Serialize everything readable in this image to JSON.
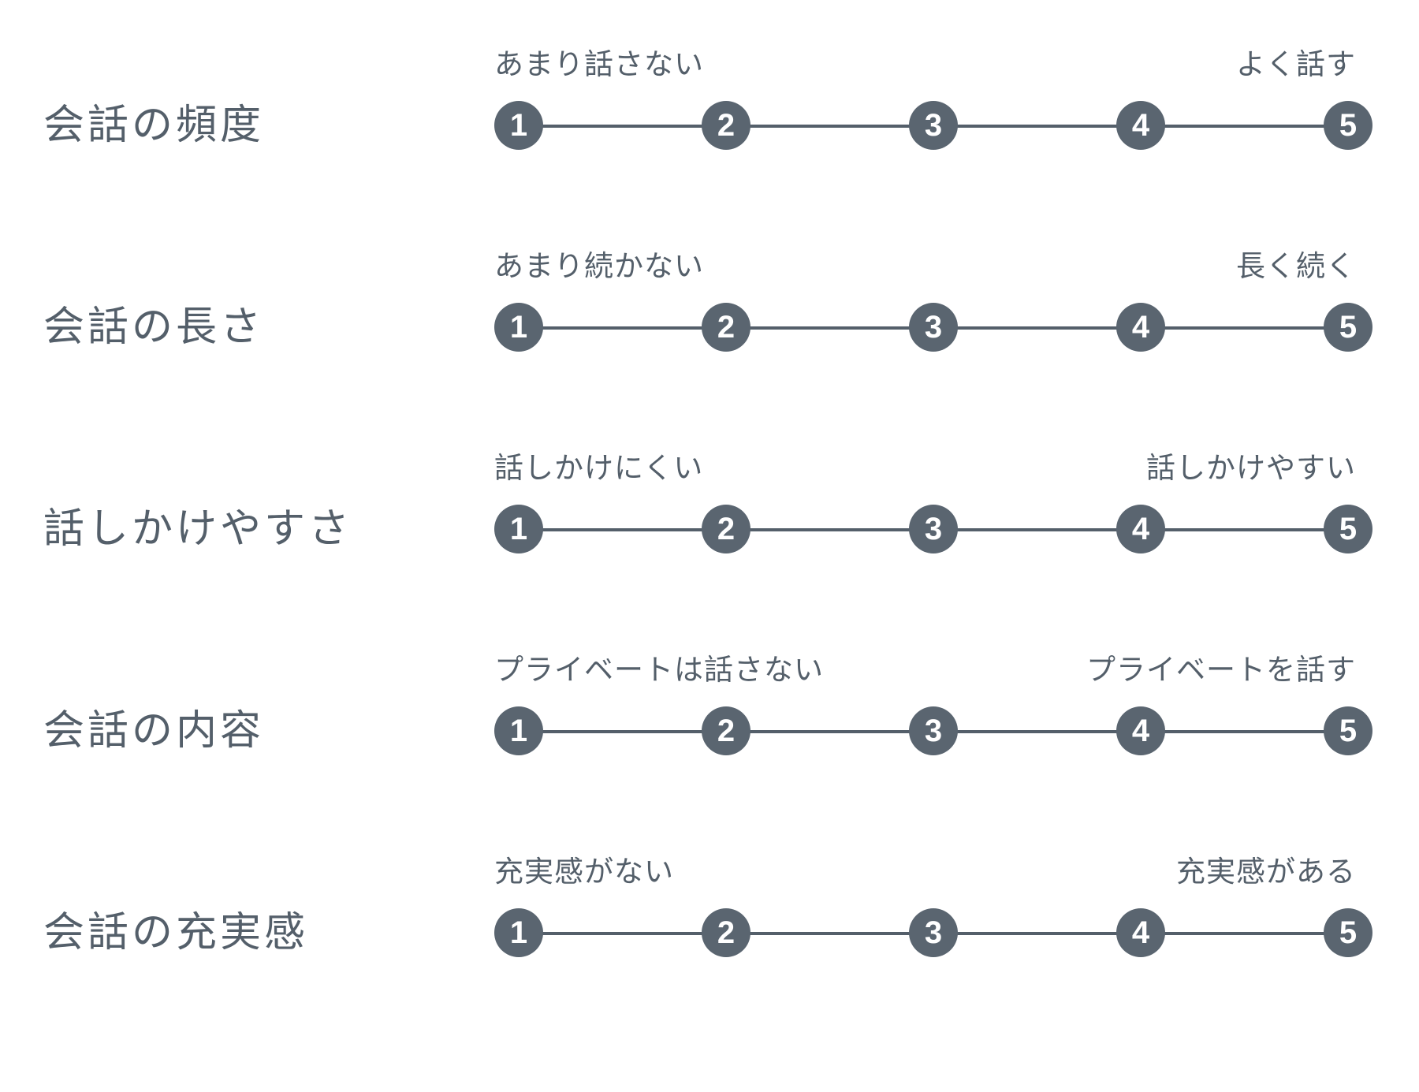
{
  "theme": {
    "accent": "#5a6570",
    "text": "#545f6a",
    "background": "#ffffff",
    "marker_text": "#ffffff"
  },
  "scale": {
    "points": [
      "1",
      "2",
      "3",
      "4",
      "5"
    ],
    "min": 1,
    "max": 5
  },
  "rows": [
    {
      "label": "会話の頻度",
      "anchor_low": "あまり話さない",
      "anchor_high": "よく話す",
      "options": [
        "1",
        "2",
        "3",
        "4",
        "5"
      ]
    },
    {
      "label": "会話の長さ",
      "anchor_low": "あまり続かない",
      "anchor_high": "長く続く",
      "options": [
        "1",
        "2",
        "3",
        "4",
        "5"
      ]
    },
    {
      "label": "話しかけやすさ",
      "anchor_low": "話しかけにくい",
      "anchor_high": "話しかけやすい",
      "options": [
        "1",
        "2",
        "3",
        "4",
        "5"
      ]
    },
    {
      "label": "会話の内容",
      "anchor_low": "プライベートは話さない",
      "anchor_high": "プライベートを話す",
      "options": [
        "1",
        "2",
        "3",
        "4",
        "5"
      ]
    },
    {
      "label": "会話の充実感",
      "anchor_low": "充実感がない",
      "anchor_high": "充実感がある",
      "options": [
        "1",
        "2",
        "3",
        "4",
        "5"
      ]
    }
  ]
}
